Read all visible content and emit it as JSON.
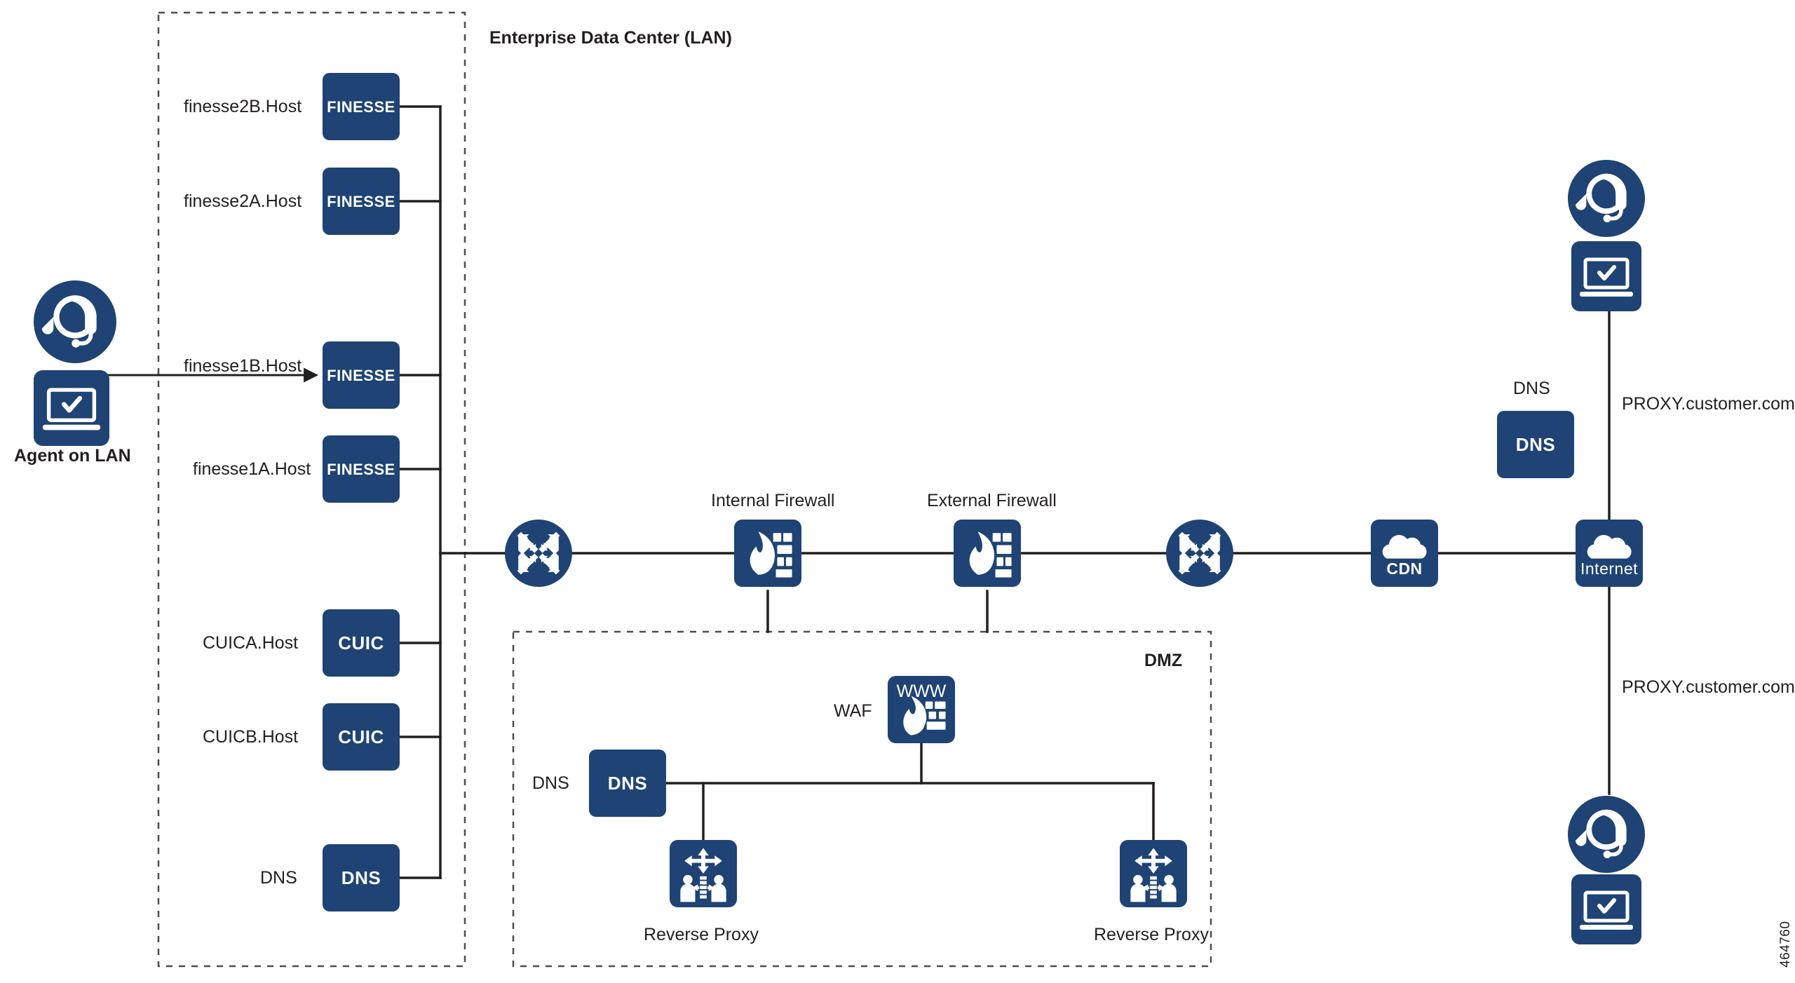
{
  "figure": {
    "number": "464760",
    "title": "Enterprise Data Center (LAN) / DMZ network topology"
  },
  "zones": [
    {
      "id": "lan",
      "label": "Enterprise Data Center (LAN)"
    },
    {
      "id": "dmz",
      "label": "DMZ"
    }
  ],
  "colors": {
    "node_fill": "#1e4374",
    "line": "#231f20",
    "text": "#231f20",
    "background": "#ffffff"
  },
  "lan_nodes": [
    {
      "id": "finesse2b",
      "host_label": "finesse2B.Host",
      "box_text": "FINESSE",
      "icon": "finesse-server-icon"
    },
    {
      "id": "finesse2a",
      "host_label": "finesse2A.Host",
      "box_text": "FINESSE",
      "icon": "finesse-server-icon"
    },
    {
      "id": "finesse1b",
      "host_label": "finesse1B.Host",
      "box_text": "FINESSE",
      "icon": "finesse-server-icon"
    },
    {
      "id": "finesse1a",
      "host_label": "finesse1A.Host",
      "box_text": "FINESSE",
      "icon": "finesse-server-icon"
    },
    {
      "id": "cuica",
      "host_label": "CUICA.Host",
      "box_text": "CUIC",
      "icon": "cuic-server-icon"
    },
    {
      "id": "cuicb",
      "host_label": "CUICB.Host",
      "box_text": "CUIC",
      "icon": "cuic-server-icon"
    },
    {
      "id": "lan_dns",
      "host_label": "DNS",
      "box_text": "DNS",
      "icon": "dns-server-icon"
    }
  ],
  "agent_lan": {
    "label": "Agent on LAN",
    "headset_icon": "headset-icon",
    "laptop_icon": "laptop-icon"
  },
  "backbone": [
    {
      "id": "router_internal",
      "label": "",
      "icon": "router-icon"
    },
    {
      "id": "firewall_internal",
      "label": "Internal Firewall",
      "icon": "firewall-icon"
    },
    {
      "id": "firewall_external",
      "label": "External Firewall",
      "icon": "firewall-icon"
    },
    {
      "id": "router_external",
      "label": "",
      "icon": "router-icon"
    },
    {
      "id": "cdn",
      "label": "CDN",
      "box_text": "CDN",
      "icon": "cloud-icon"
    },
    {
      "id": "internet",
      "label": "Internet",
      "box_text": "Internet",
      "icon": "cloud-icon"
    }
  ],
  "dmz_nodes": [
    {
      "id": "waf",
      "label": "WAF",
      "box_text": "WWW",
      "icon": "waf-firewall-icon"
    },
    {
      "id": "dmz_dns",
      "label": "DNS",
      "box_text": "DNS",
      "icon": "dns-server-icon"
    },
    {
      "id": "rproxy_left",
      "label": "Reverse Proxy",
      "icon": "reverse-proxy-icon"
    },
    {
      "id": "rproxy_right",
      "label": "Reverse Proxy",
      "icon": "reverse-proxy-icon"
    }
  ],
  "internet_side": {
    "dns_label": "DNS",
    "dns_box_text": "DNS",
    "proxy_top_label": "PROXY.customer.com",
    "proxy_bottom_label": "PROXY.customer.com",
    "agent_top": {
      "headset_icon": "headset-icon",
      "laptop_icon": "laptop-icon"
    },
    "agent_bottom": {
      "headset_icon": "headset-icon",
      "laptop_icon": "laptop-icon"
    }
  }
}
